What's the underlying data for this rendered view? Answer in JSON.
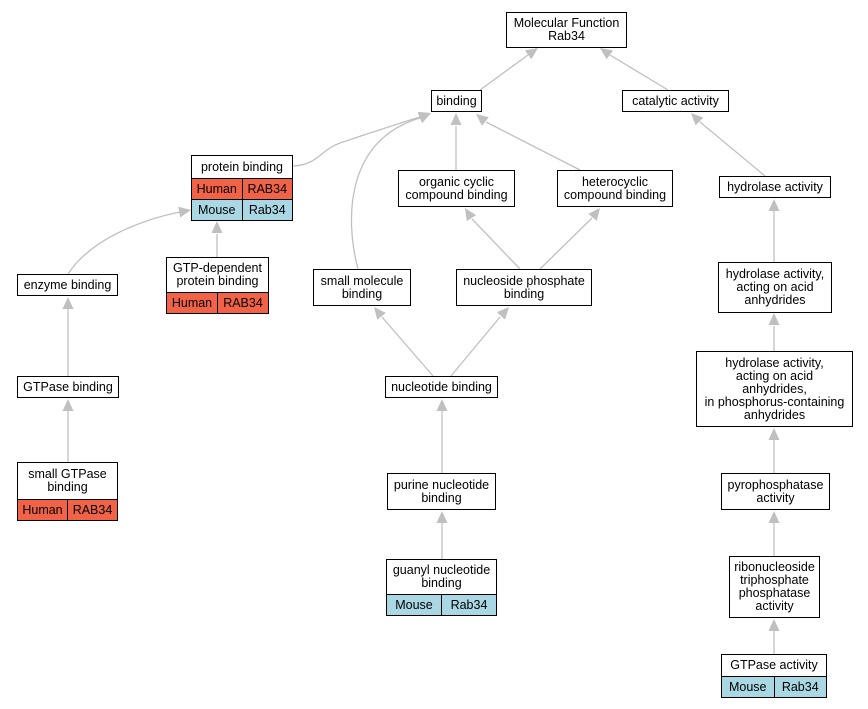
{
  "colors": {
    "human": "#f26246",
    "mouse": "#a9d8e4",
    "edge": "#c0c0c0"
  },
  "nodes": {
    "molecular_function": {
      "title": "Molecular Function\nRab34"
    },
    "binding": {
      "title": "binding"
    },
    "catalytic_activity": {
      "title": "catalytic activity"
    },
    "protein_binding": {
      "title": "protein binding",
      "rows": [
        {
          "species": "Human",
          "gene": "RAB34"
        },
        {
          "species": "Mouse",
          "gene": "Rab34"
        }
      ]
    },
    "organic_cyclic": {
      "title": "organic cyclic\ncompound binding"
    },
    "heterocyclic": {
      "title": "heterocyclic\ncompound binding"
    },
    "hydrolase_activity": {
      "title": "hydrolase activity"
    },
    "enzyme_binding": {
      "title": "enzyme binding"
    },
    "gtp_dependent": {
      "title": "GTP-dependent\nprotein binding",
      "rows": [
        {
          "species": "Human",
          "gene": "RAB34"
        }
      ]
    },
    "small_molecule": {
      "title": "small molecule\nbinding"
    },
    "nucleoside_phosphate": {
      "title": "nucleoside phosphate\nbinding"
    },
    "hydrolase_acid": {
      "title": "hydrolase activity,\nacting on acid\nanhydrides"
    },
    "gtpase_binding": {
      "title": "GTPase binding"
    },
    "nucleotide_binding": {
      "title": "nucleotide binding"
    },
    "hydrolase_phosphorus": {
      "title": "hydrolase activity,\nacting on acid\nanhydrides,\nin phosphorus-containing\nanhydrides"
    },
    "small_gtpase": {
      "title": "small GTPase\nbinding",
      "rows": [
        {
          "species": "Human",
          "gene": "RAB34"
        }
      ]
    },
    "purine_nucleotide": {
      "title": "purine nucleotide\nbinding"
    },
    "pyrophosphatase": {
      "title": "pyrophosphatase\nactivity"
    },
    "guanyl_nucleotide": {
      "title": "guanyl nucleotide\nbinding",
      "rows": [
        {
          "species": "Mouse",
          "gene": "Rab34"
        }
      ]
    },
    "ribonucleoside": {
      "title": "ribonucleoside\ntriphosphate\nphosphatase\nactivity"
    },
    "gtpase_activity": {
      "title": "GTPase activity",
      "rows": [
        {
          "species": "Mouse",
          "gene": "Rab34"
        }
      ]
    }
  },
  "edges": [
    {
      "from": "binding",
      "to": "molecular_function"
    },
    {
      "from": "catalytic_activity",
      "to": "molecular_function"
    },
    {
      "from": "protein_binding",
      "to": "binding"
    },
    {
      "from": "organic_cyclic",
      "to": "binding"
    },
    {
      "from": "heterocyclic",
      "to": "binding"
    },
    {
      "from": "small_molecule",
      "to": "binding"
    },
    {
      "from": "hydrolase_activity",
      "to": "catalytic_activity"
    },
    {
      "from": "enzyme_binding",
      "to": "protein_binding"
    },
    {
      "from": "gtp_dependent",
      "to": "protein_binding"
    },
    {
      "from": "nucleoside_phosphate",
      "to": "organic_cyclic"
    },
    {
      "from": "nucleoside_phosphate",
      "to": "heterocyclic"
    },
    {
      "from": "hydrolase_acid",
      "to": "hydrolase_activity"
    },
    {
      "from": "gtpase_binding",
      "to": "enzyme_binding"
    },
    {
      "from": "nucleotide_binding",
      "to": "small_molecule"
    },
    {
      "from": "nucleotide_binding",
      "to": "nucleoside_phosphate"
    },
    {
      "from": "hydrolase_phosphorus",
      "to": "hydrolase_acid"
    },
    {
      "from": "small_gtpase",
      "to": "gtpase_binding"
    },
    {
      "from": "purine_nucleotide",
      "to": "nucleotide_binding"
    },
    {
      "from": "pyrophosphatase",
      "to": "hydrolase_phosphorus"
    },
    {
      "from": "guanyl_nucleotide",
      "to": "purine_nucleotide"
    },
    {
      "from": "ribonucleoside",
      "to": "pyrophosphatase"
    },
    {
      "from": "gtpase_activity",
      "to": "ribonucleoside"
    }
  ]
}
